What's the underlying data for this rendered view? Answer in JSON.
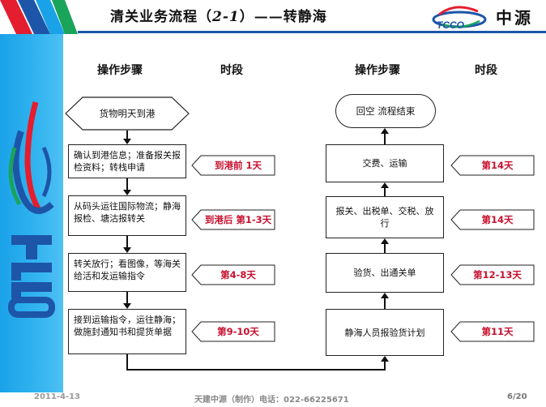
{
  "header": {
    "title_main": "清关业务流程（",
    "title_sub": "2-1",
    "title_end": "）——转静海",
    "brand_cn": "中源",
    "brand_latin": "TCCO"
  },
  "columns": {
    "left_steps": "操作步骤",
    "left_time": "时段",
    "right_steps": "操作步骤",
    "right_time": "时段"
  },
  "left_flow": {
    "start": "货物明天到港",
    "steps": [
      {
        "text": "确认到港信息；准备报关报检资料；转栈申请",
        "time": "到港前  1天"
      },
      {
        "text": "从码头运往国际物流；静海报检、塘沽报转关",
        "time": "到港后  第1-3天"
      },
      {
        "text": "转关放行；看图像，等海关给活和发运输指令",
        "time": "第4-8天"
      },
      {
        "text": "接到运输指令，运往静海；做施封通知书和提货单据",
        "time": "第9-10天"
      }
    ]
  },
  "right_flow": {
    "end": "回空 流程结束",
    "steps": [
      {
        "text": "交费、运输",
        "time": "第14天"
      },
      {
        "text": "报关、出税单、交税、放行",
        "time": "第14天"
      },
      {
        "text": "验货、出通关单",
        "time": "第12-13天"
      },
      {
        "text": "静海人员报验货计划",
        "time": "第11天"
      }
    ]
  },
  "footer": {
    "date": "2011-4-13",
    "center": "天建中源（制作）电话：022-66225671",
    "page": "6/20"
  },
  "colors": {
    "accent_blue": "#1d55a8",
    "sidebar_blue": "#1aa2e8",
    "time_red": "#c8102e"
  }
}
